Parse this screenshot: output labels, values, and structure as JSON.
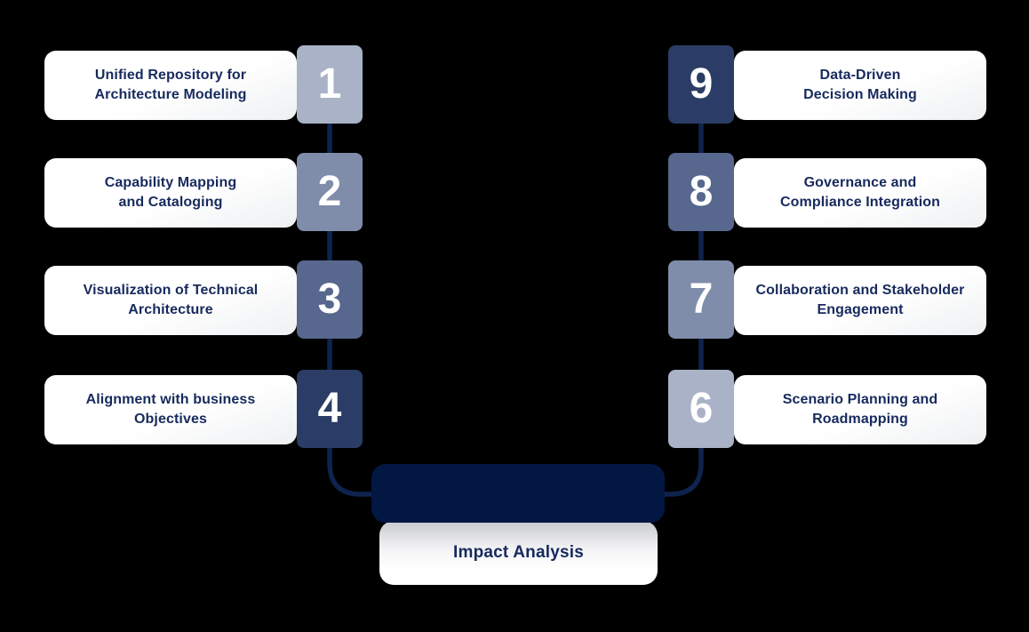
{
  "colors": {
    "background": "#000000",
    "card_bg": "#ffffff",
    "label_text": "#172a5d",
    "number_text": "#ffffff",
    "connector": "#0f234e",
    "center_box": "#031743",
    "shade_1": "#a9b2c6",
    "shade_2": "#7f8dab",
    "shade_3": "#57678e",
    "shade_4": "#2b3d66"
  },
  "items": [
    {
      "number": "1",
      "label_line1": "Unified Repository for",
      "label_line2": "Architecture Modeling",
      "side": "left",
      "shade": "shade_1"
    },
    {
      "number": "2",
      "label_line1": "Capability Mapping",
      "label_line2": "and Cataloging",
      "side": "left",
      "shade": "shade_2"
    },
    {
      "number": "3",
      "label_line1": "Visualization of Technical",
      "label_line2": "Architecture",
      "side": "left",
      "shade": "shade_3"
    },
    {
      "number": "4",
      "label_line1": "Alignment with business",
      "label_line2": "Objectives",
      "side": "left",
      "shade": "shade_4"
    },
    {
      "number": "9",
      "label_line1": "Data-Driven",
      "label_line2": "Decision Making",
      "side": "right",
      "shade": "shade_4"
    },
    {
      "number": "8",
      "label_line1": "Governance and",
      "label_line2": "Compliance Integration",
      "side": "right",
      "shade": "shade_3"
    },
    {
      "number": "7",
      "label_line1": "Collaboration and Stakeholder",
      "label_line2": "Engagement",
      "side": "right",
      "shade": "shade_2"
    },
    {
      "number": "6",
      "label_line1": "Scenario Planning and",
      "label_line2": "Roadmapping",
      "side": "right",
      "shade": "shade_1"
    }
  ],
  "center": {
    "label": "Impact Analysis"
  }
}
